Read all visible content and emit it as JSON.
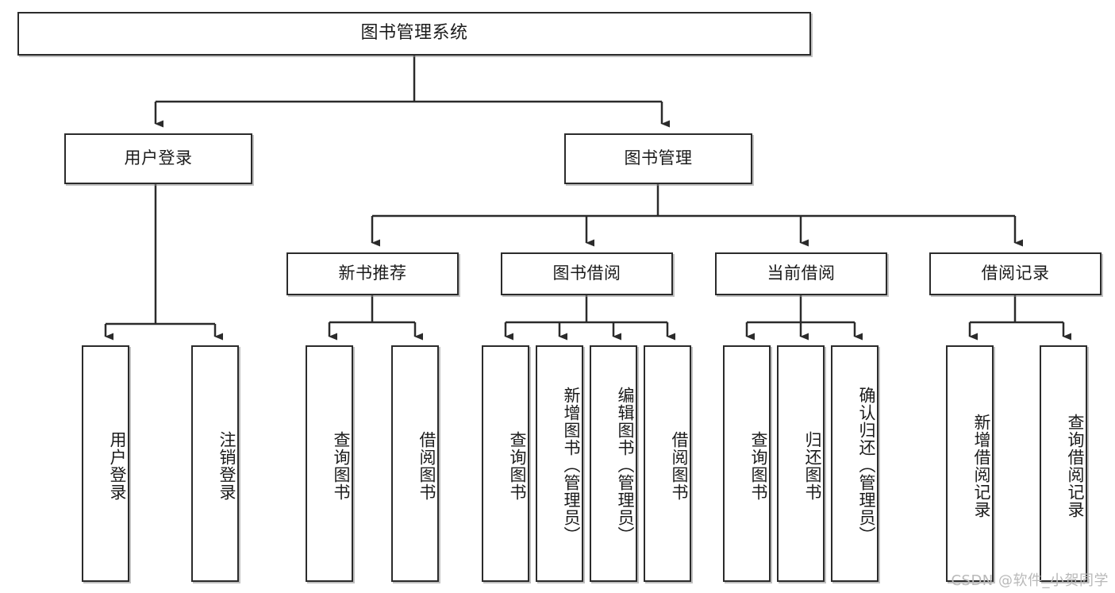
{
  "diagram": {
    "title": "图书管理系统",
    "watermark": "CSDN @软件_小贺同学",
    "line_color": "#2b2b2b",
    "box_fill": "#ffffff",
    "text_color": "#1b1b1b"
  },
  "nodes": {
    "root": {
      "label": "图书管理系统"
    },
    "level1": [
      {
        "label": "用户登录"
      },
      {
        "label": "图书管理"
      }
    ],
    "level2": [
      {
        "label": "新书推荐"
      },
      {
        "label": "图书借阅"
      },
      {
        "label": "当前借阅"
      },
      {
        "label": "借阅记录"
      }
    ],
    "leaves": {
      "user_login": [
        {
          "label": "用户登录"
        },
        {
          "label": "注销登录"
        }
      ],
      "new_book": [
        {
          "label": "查询图书"
        },
        {
          "label": "借阅图书"
        }
      ],
      "book_borrow": [
        {
          "label": "查询图书"
        },
        {
          "label": "新增图书（管理员）"
        },
        {
          "label": "编辑图书（管理员）"
        },
        {
          "label": "借阅图书"
        }
      ],
      "current_borrow": [
        {
          "label": "查询图书"
        },
        {
          "label": "归还图书"
        },
        {
          "label": "确认归还（管理员）"
        }
      ],
      "borrow_record": [
        {
          "label": "新增借阅记录"
        },
        {
          "label": "查询借阅记录"
        }
      ]
    }
  }
}
